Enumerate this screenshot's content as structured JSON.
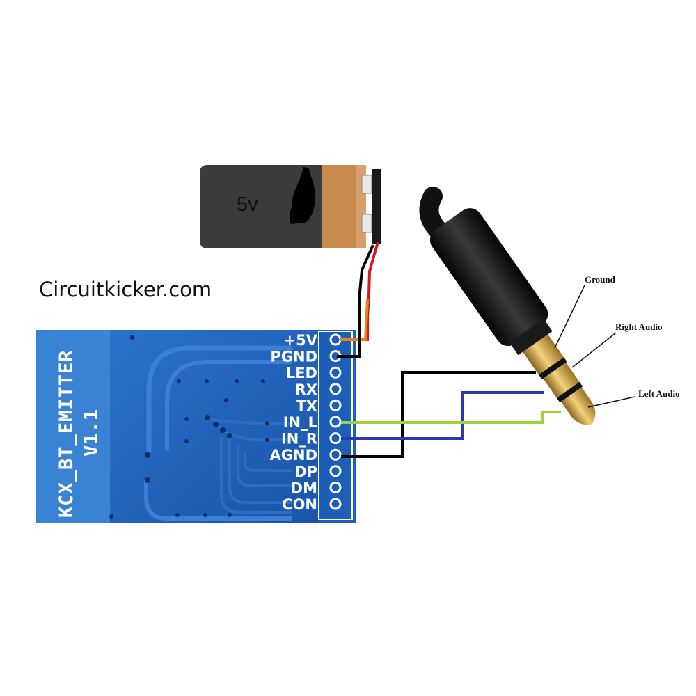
{
  "site_label": "Circuitkicker.com",
  "battery": {
    "label": "5v"
  },
  "board": {
    "title_line1": "KCX_BT_EMITTER",
    "title_line2": "V1.1",
    "pins": [
      "+5V",
      "PGND",
      "LED",
      "RX",
      "TX",
      "IN_L",
      "IN_R",
      "AGND",
      "DP",
      "DM",
      "CON"
    ]
  },
  "jack": {
    "callouts": {
      "ground": "Ground",
      "right_audio": "Right Audio",
      "left_audio": "Left Audio"
    }
  },
  "colors": {
    "board": "#1f63bd",
    "board_edge": "#3e86d6",
    "battery_body": "#3b3b3b",
    "battery_cap": "#c98a4e",
    "wire_positive": "#e8841a",
    "wire_red": "#d7191c",
    "wire_ground": "#000000",
    "wire_left": "#9ad43a",
    "wire_right": "#2b35b8",
    "jack_gold": "#c99d3c"
  }
}
